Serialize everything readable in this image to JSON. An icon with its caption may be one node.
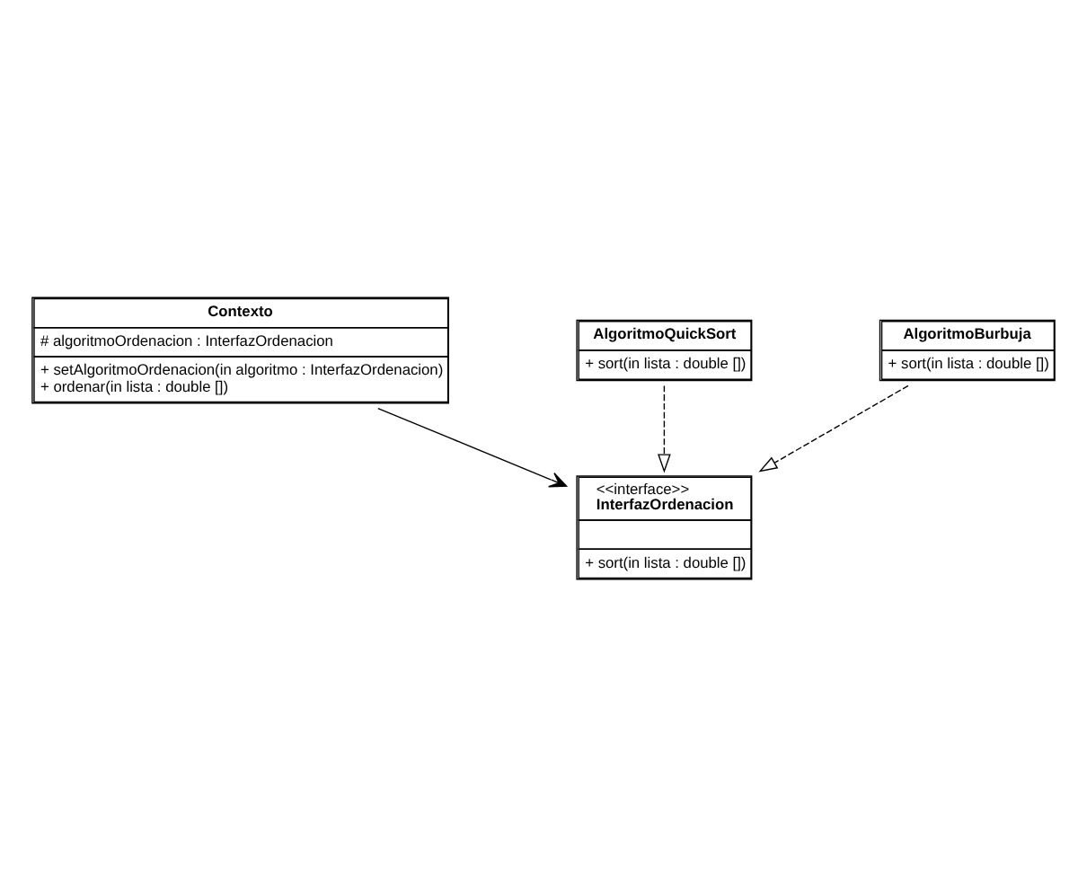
{
  "diagram": {
    "nodes": [
      {
        "text": [
          "Contexto",
          "# algoritmoOrdenacion : InterfazOrdenacion",
          "+ setAlgoritmoOrdenacion(in algoritmo : InterfazOrdenacion)",
          "+ ordenar(in lista : double [])"
        ]
      },
      {
        "text": [
          "<<interface>>",
          "InterfazOrdenacion",
          "+ sort(in lista : double [])"
        ]
      },
      {
        "text": [
          "AlgoritmoQuickSort",
          "+ sort(in lista : double [])"
        ]
      },
      {
        "text": [
          "AlgoritmoBurbuja",
          "+ sort(in lista : double [])"
        ]
      }
    ],
    "edges": [
      {
        "from": 0,
        "to": 1,
        "arrow": "to"
      },
      {
        "from": 2,
        "to": 1,
        "arrow": "to",
        "style": "dashed"
      },
      {
        "from": 3,
        "to": 1,
        "arrow": "to",
        "style": "dashed"
      }
    ]
  }
}
